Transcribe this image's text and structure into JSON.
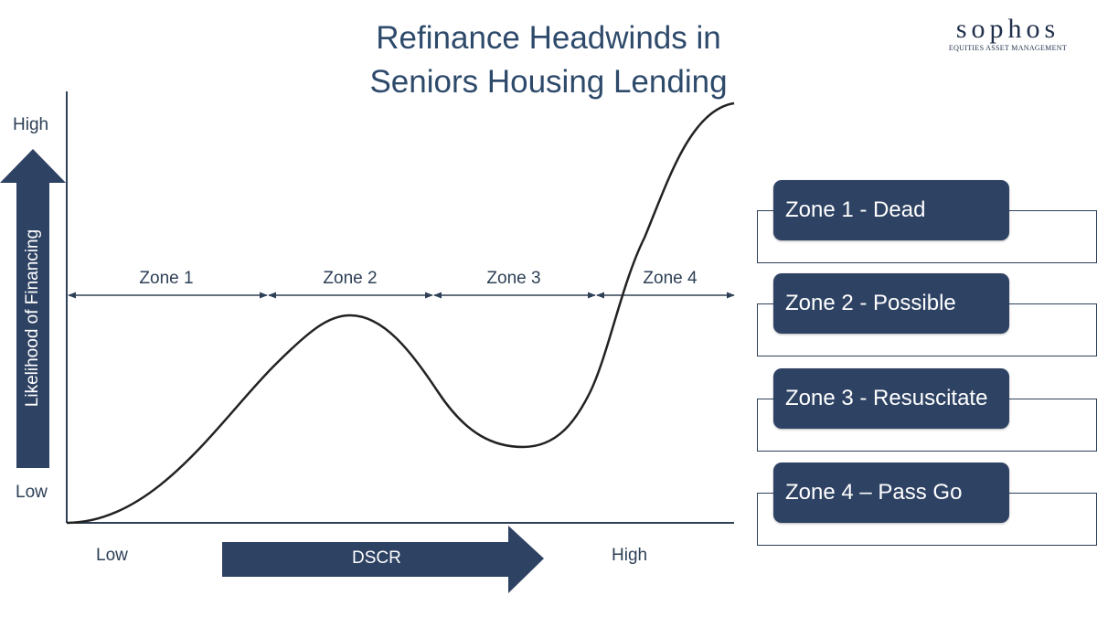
{
  "title": [
    "Refinance Headwinds in",
    "Seniors Housing Lending"
  ],
  "logo": {
    "name": "sophos",
    "subtitle": "EQUITIES ASSET MANAGEMENT"
  },
  "y_axis": {
    "label": "Likelihood of Financing",
    "high": "High",
    "low": "Low"
  },
  "x_axis": {
    "label": "DSCR",
    "low": "Low",
    "high": "High"
  },
  "zones": [
    "Zone 1",
    "Zone 2",
    "Zone 3",
    "Zone 4"
  ],
  "legend": [
    "Zone 1 - Dead",
    "Zone 2 - Possible",
    "Zone 3 - Resuscitate",
    "Zone 4 – Pass Go"
  ],
  "colors": {
    "navy": "#2e4263",
    "text": "#2e4057",
    "curve": "#222222"
  }
}
